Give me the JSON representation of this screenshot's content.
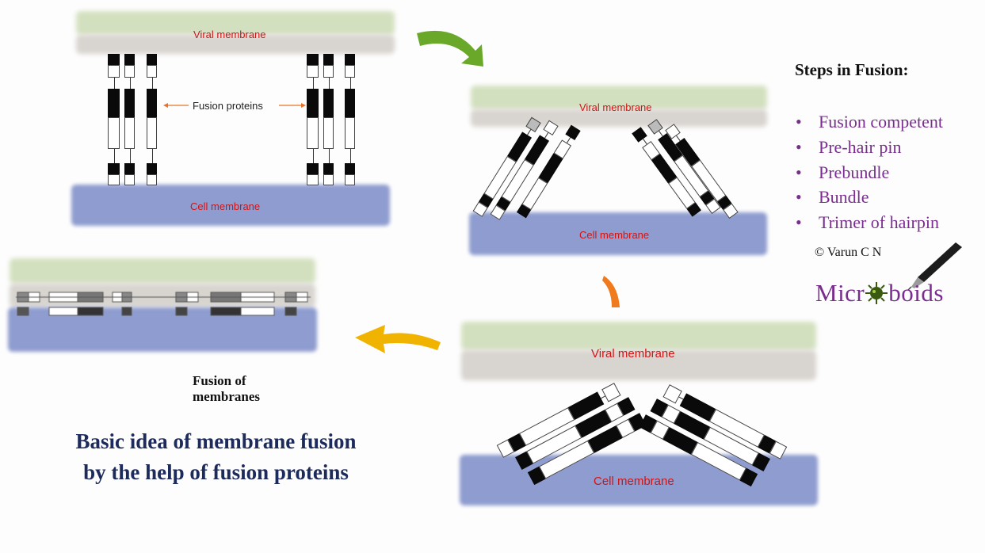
{
  "panel1": {
    "viral_label": "Viral membrane",
    "cell_label": "Cell membrane",
    "fusion_proteins_label": "Fusion proteins"
  },
  "panel2": {
    "viral_label": "Viral membrane",
    "cell_label": "Cell membrane"
  },
  "panel3": {
    "viral_label": "Viral membrane",
    "cell_label": "Cell membrane"
  },
  "panel4": {
    "caption": "Fusion of membranes"
  },
  "steps": {
    "title": "Steps in Fusion:",
    "items": [
      "Fusion competent",
      "Pre-hair pin",
      "Prebundle",
      "Bundle",
      "Trimer of hairpin"
    ]
  },
  "credit": "© Varun C N",
  "logo": {
    "text_before": "Micr",
    "text_after": "boids",
    "icon": "virus-icon",
    "pen_icon": "pen-icon"
  },
  "main_caption_line1": "Basic idea of membrane fusion",
  "main_caption_line2": "by the help of fusion proteins",
  "colors": {
    "viral_membrane": "#d3e0bf",
    "cell_membrane": "#8e9ccf",
    "label_red": "#d21414",
    "steps_purple": "#7a2d8f",
    "caption_navy": "#1d2a5c",
    "arrow_green": "#6aa82a",
    "arrow_orange": "#f07a1e",
    "arrow_yellow": "#f0b400"
  }
}
